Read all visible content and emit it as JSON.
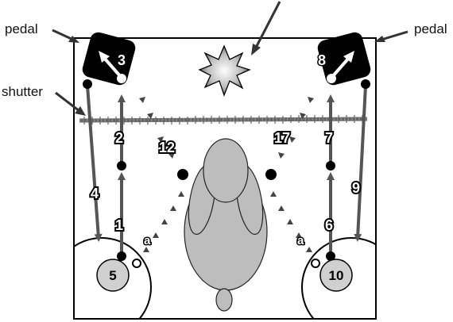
{
  "labels": {
    "pedal_left": "pedal",
    "pedal_right": "pedal",
    "shutter": "shutter"
  },
  "steps": {
    "s1": "1",
    "s2": "2",
    "s3": "3",
    "s4": "4",
    "s5": "5",
    "s6": "6",
    "s7": "7",
    "s8": "8",
    "s9": "9",
    "s10": "10",
    "s12": "12",
    "s17": "17",
    "a_left": "a",
    "a_right": "a"
  },
  "colors": {
    "frame": "#000000",
    "pedal_fill": "#000000",
    "animal_fill": "#bdbdbd",
    "disc_fill": "#d0d0d0",
    "arrow_gray": "#555555",
    "shutter": "#555555"
  },
  "icons": {
    "light": "starburst-light-icon",
    "pedal_arrow": "arrow-icon"
  }
}
